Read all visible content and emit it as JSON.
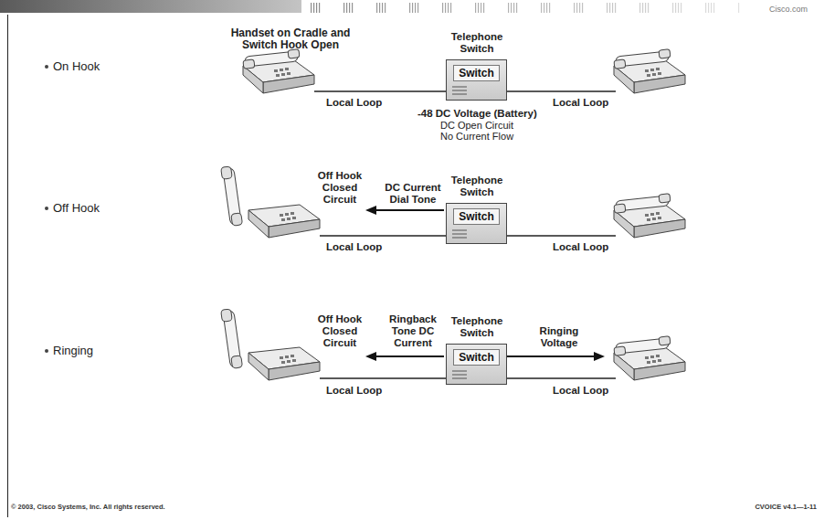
{
  "diagram": {
    "nodes": [
      {
        "text": [
          "Telephone Switch",
          "Switch"
        ]
      },
      {
        "text": [
          "Telephone Switch",
          "Switch"
        ]
      },
      {
        "text": [
          "Telephone Switch",
          "Switch"
        ]
      }
    ],
    "labels": [
      "Cisco.com",
      "On Hook",
      "Handset on Cradle and Switch Hook Open",
      "Local Loop",
      "Local Loop",
      "-48 DC Voltage (Battery)",
      "DC Open Circuit",
      "No Current Flow",
      "Off Hook",
      "Off Hook Closed Circuit",
      "DC Current Dial Tone",
      "Local Loop",
      "Local Loop",
      "Ringing",
      "Off Hook Closed Circuit",
      "Ringback Tone DC Current",
      "Ringing Voltage",
      "Local Loop",
      "Local Loop",
      "© 2003, Cisco Systems, Inc. All rights reserved.",
      "CVOICE v4.1—1-11"
    ]
  }
}
